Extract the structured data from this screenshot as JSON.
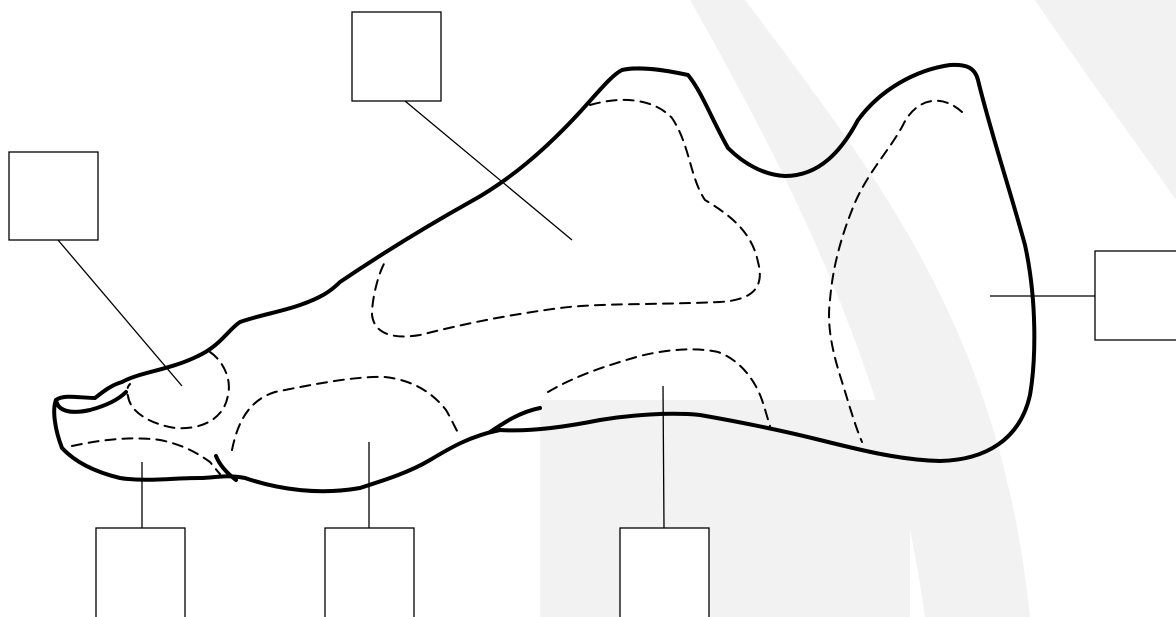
{
  "diagram": {
    "subject": "foot-sole-zones",
    "colors": {
      "background": "#ffffff",
      "watermark": "#f2f2f2",
      "outline": "#000000",
      "zone_boundary": "#000000",
      "label_box_fill": "#ffffff",
      "label_box_stroke": "#000000"
    },
    "label_boxes": [
      {
        "id": "box-top-center",
        "text": ""
      },
      {
        "id": "box-top-left",
        "text": ""
      },
      {
        "id": "box-right",
        "text": ""
      },
      {
        "id": "box-bottom-left",
        "text": ""
      },
      {
        "id": "box-bottom-center",
        "text": ""
      },
      {
        "id": "box-bottom-right",
        "text": ""
      }
    ]
  }
}
